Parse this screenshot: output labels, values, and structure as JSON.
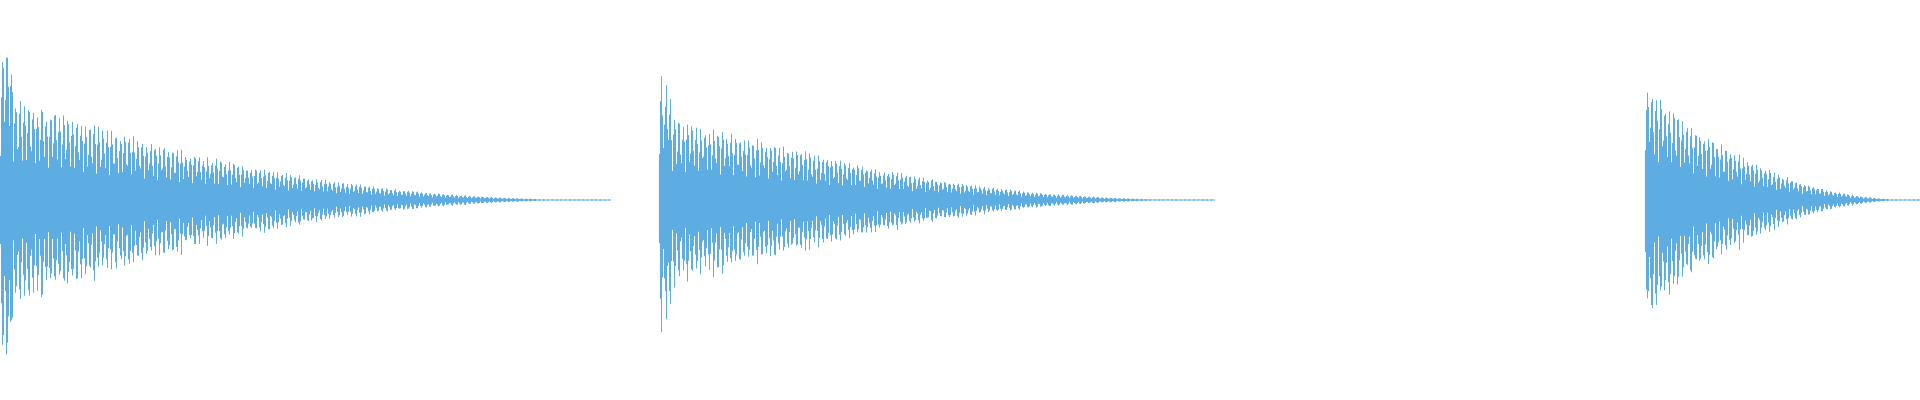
{
  "waveform": {
    "color": "#5dade2",
    "background": "#ffffff",
    "bursts": [
      {
        "start": 0.0,
        "end": 0.318,
        "peak": 0.9,
        "sustain": 0.55,
        "swell": false
      },
      {
        "start": 0.343,
        "end": 0.633,
        "peak": 0.67,
        "sustain": 0.48,
        "swell": true
      },
      {
        "start": 0.857,
        "end": 1.0,
        "peak": 0.72,
        "sustain": 0.58,
        "swell": false
      }
    ]
  }
}
